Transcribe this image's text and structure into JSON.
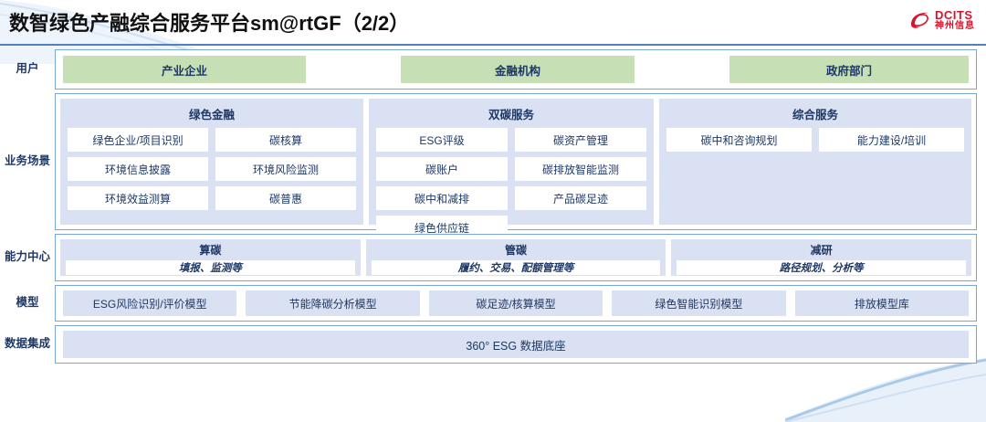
{
  "header": {
    "title": "数智绿色产融综合服务平台sm@rtGF（2/2）",
    "logo_en": "DCITS",
    "logo_cn": "神州信息"
  },
  "colors": {
    "accent_blue": "#4f81bd",
    "panel_blue": "#d9e1f2",
    "chip_green": "#c6dfb4",
    "border_blue": "#7ba6d9",
    "text_navy": "#1f3864",
    "logo_red": "#d7142b"
  },
  "rows": {
    "users": {
      "label": "用户",
      "items": [
        {
          "label": "产业企业"
        },
        {
          "label": "金融机构"
        },
        {
          "label": "政府部门"
        }
      ]
    },
    "business": {
      "label": "业务场景",
      "panels": [
        {
          "title": "绿色金融",
          "items": [
            "绿色企业/项目识别",
            "碳核算",
            "环境信息披露",
            "环境风险监测",
            "环境效益测算",
            "碳普惠"
          ]
        },
        {
          "title": "双碳服务",
          "items": [
            "ESG评级",
            "碳资产管理",
            "碳账户",
            "碳排放智能监测",
            "碳中和减排",
            "产品碳足迹",
            "绿色供应链"
          ]
        },
        {
          "title": "综合服务",
          "items": [
            "碳中和咨询规划",
            "能力建设/培训"
          ]
        }
      ]
    },
    "capability": {
      "label": "能力中心",
      "panels": [
        {
          "title": "算碳",
          "subtitle": "填报、监测等"
        },
        {
          "title": "管碳",
          "subtitle": "履约、交易、配额管理等"
        },
        {
          "title": "减研",
          "subtitle": "路径规划、分析等"
        }
      ]
    },
    "model": {
      "label": "模型",
      "items": [
        "ESG风险识别/评价模型",
        "节能降碳分析模型",
        "碳足迹/核算模型",
        "绿色智能识别模型",
        "排放模型库"
      ]
    },
    "data": {
      "label": "数据集成",
      "items": [
        "360° ESG 数据底座"
      ]
    }
  }
}
